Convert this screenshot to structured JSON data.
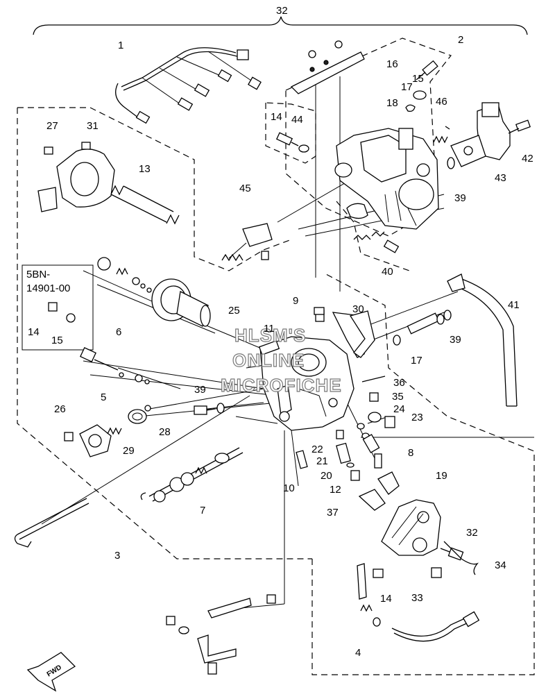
{
  "callouts": [
    "1",
    "2",
    "3",
    "4",
    "5",
    "6",
    "7",
    "8",
    "9",
    "10",
    "11",
    "12",
    "13",
    "14",
    "15",
    "16",
    "17",
    "18",
    "19",
    "20",
    "21",
    "22",
    "23",
    "24",
    "25",
    "26",
    "27",
    "28",
    "29",
    "30",
    "31",
    "32",
    "33",
    "34",
    "35",
    "36",
    "37",
    "39",
    "40",
    "41",
    "42",
    "43",
    "44",
    "45",
    "46",
    "14",
    "17",
    "39",
    "39",
    "32",
    "41",
    "1"
  ],
  "box_note": {
    "line1": "5BN-",
    "line2": "14901-00",
    "n14": "14",
    "n15": "15"
  },
  "watermark": {
    "line1": "HLSM'S",
    "line2": "ONLINE",
    "line3": "MICROFICHE"
  },
  "fwd_label": "FWD",
  "colors": {
    "ink": "#000000",
    "background": "#ffffff",
    "watermark": "#777777"
  }
}
